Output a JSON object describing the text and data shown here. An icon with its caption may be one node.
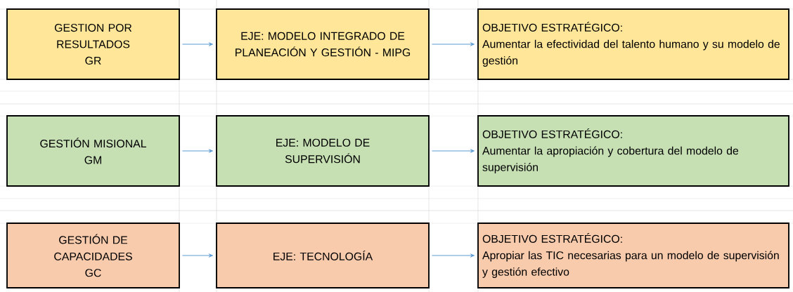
{
  "diagram": {
    "nodes": [
      {
        "text": [
          "GESTION POR RESULTADOS",
          "GR"
        ]
      },
      {
        "text": [
          "EJE: MODELO INTEGRADO DE PLANEACIÓN Y GESTIÓN - MIPG"
        ]
      },
      {
        "text": [
          "OBJETIVO ESTRATÉGICO:",
          "Aumentar la efectividad del talento humano y su modelo de gestión"
        ]
      },
      {
        "text": [
          "GESTIÓN MISIONAL",
          "GM"
        ]
      },
      {
        "text": [
          "EJE: MODELO DE SUPERVISIÓN"
        ]
      },
      {
        "text": [
          "OBJETIVO ESTRATÉGICO:",
          "Aumentar la apropiación y cobertura del modelo de supervisión"
        ]
      },
      {
        "text": [
          "GESTIÓN DE CAPACIDADES",
          "GC"
        ]
      },
      {
        "text": [
          "EJE: TECNOLOGÍA"
        ]
      },
      {
        "text": [
          "OBJETIVO ESTRATÉGICO:",
          "Apropiar las TIC necesarias para un modelo de supervisión y gestión efectivo"
        ]
      }
    ],
    "edges": [
      {
        "from": 0,
        "to": 1,
        "arrow": "to"
      },
      {
        "from": 1,
        "to": 2,
        "arrow": "to"
      },
      {
        "from": 3,
        "to": 4,
        "arrow": "to"
      },
      {
        "from": 4,
        "to": 5,
        "arrow": "to"
      },
      {
        "from": 6,
        "to": 7,
        "arrow": "to"
      },
      {
        "from": 7,
        "to": 8,
        "arrow": "to"
      }
    ]
  }
}
